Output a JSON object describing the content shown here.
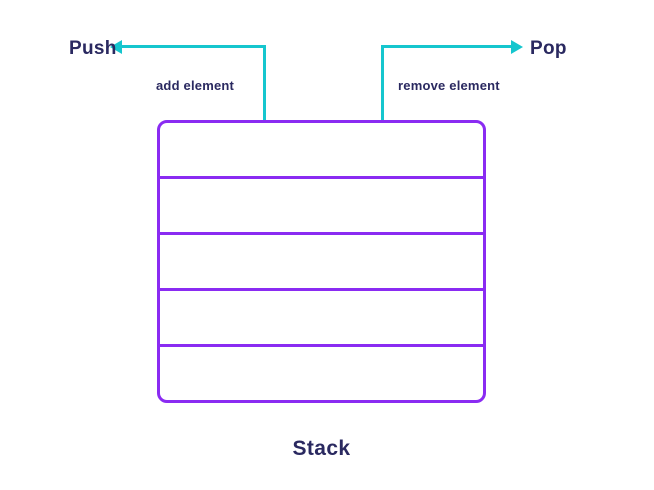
{
  "colors": {
    "purple": "#8a2bf2",
    "teal": "#15c6ce",
    "navy": "#2a2960",
    "bg": "#ffffff"
  },
  "diagram": {
    "push_label": "Push",
    "pop_label": "Pop",
    "push_note": "add element",
    "pop_note": "remove element",
    "caption": "Stack",
    "slot_count": 5
  }
}
